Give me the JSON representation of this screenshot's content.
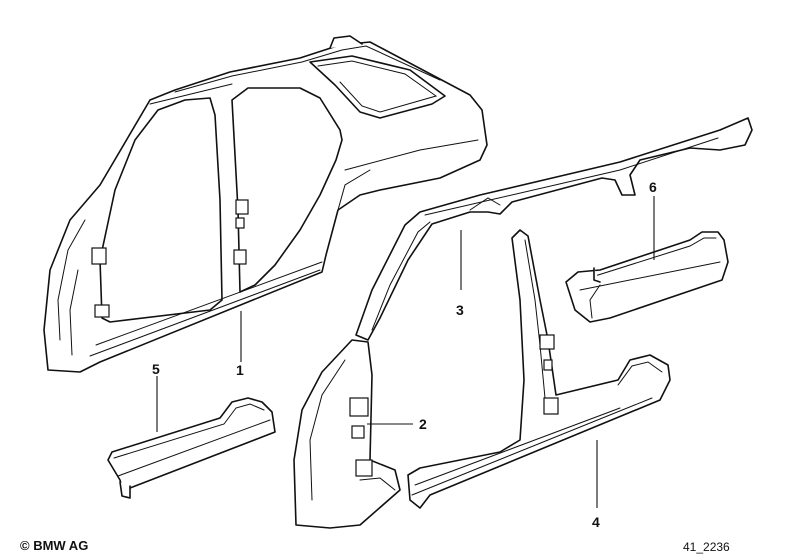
{
  "diagram": {
    "labels": [
      "1",
      "2",
      "3",
      "4",
      "5",
      "6"
    ]
  },
  "footer": {
    "copyright": "© BMW AG",
    "reference": "41_2236"
  }
}
